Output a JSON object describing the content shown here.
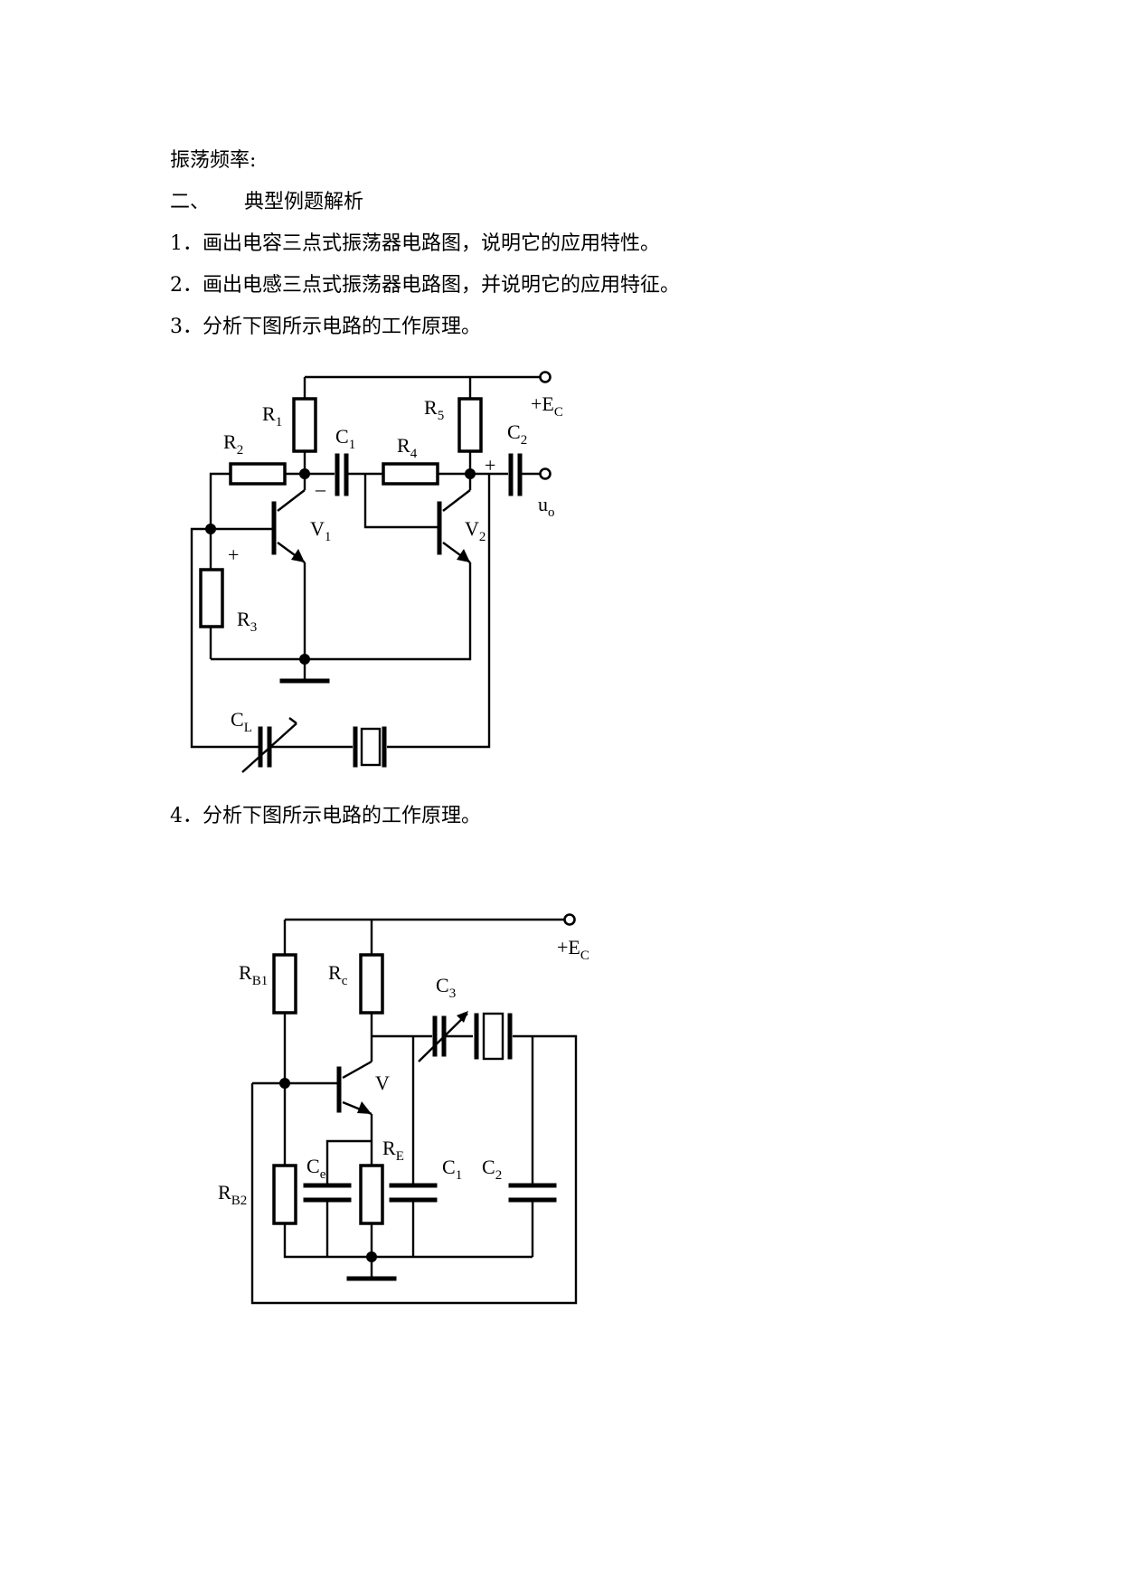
{
  "text": {
    "line1": "振荡频率:",
    "line2_num": "二、",
    "line2_title": "典型例题解析",
    "q1": "1．画出电容三点式振荡器电路图，说明它的应用特性。",
    "q2": "2．画出电感三点式振荡器电路图，并说明它的应用特征。",
    "q3": "3．分析下图所示电路的工作原理。",
    "q4": "4．分析下图所示电路的工作原理。"
  },
  "circuit1": {
    "r1": "R",
    "r1_sub": "1",
    "r2": "R",
    "r2_sub": "2",
    "r3": "R",
    "r3_sub": "3",
    "r4": "R",
    "r4_sub": "4",
    "r5": "R",
    "r5_sub": "5",
    "c1": "C",
    "c1_sub": "1",
    "c2": "C",
    "c2_sub": "2",
    "cl": "C",
    "cl_sub": "L",
    "v1": "V",
    "v1_sub": "1",
    "v2": "V",
    "v2_sub": "2",
    "ec": "+E",
    "ec_sub": "C",
    "uo": "u",
    "uo_sub": "o",
    "plus_a": "+",
    "plus_b": "+",
    "minus": "–"
  },
  "circuit2": {
    "rb1": "R",
    "rb1_sub": "B1",
    "rb2": "R",
    "rb2_sub": "B2",
    "rc": "R",
    "rc_sub": "c",
    "re": "R",
    "re_sub": "E",
    "ce": "C",
    "ce_sub": "e",
    "c1": "C",
    "c1_sub": "1",
    "c2": "C",
    "c2_sub": "2",
    "c3": "C",
    "c3_sub": "3",
    "v": "V",
    "ec": "+E",
    "ec_sub": "C"
  }
}
